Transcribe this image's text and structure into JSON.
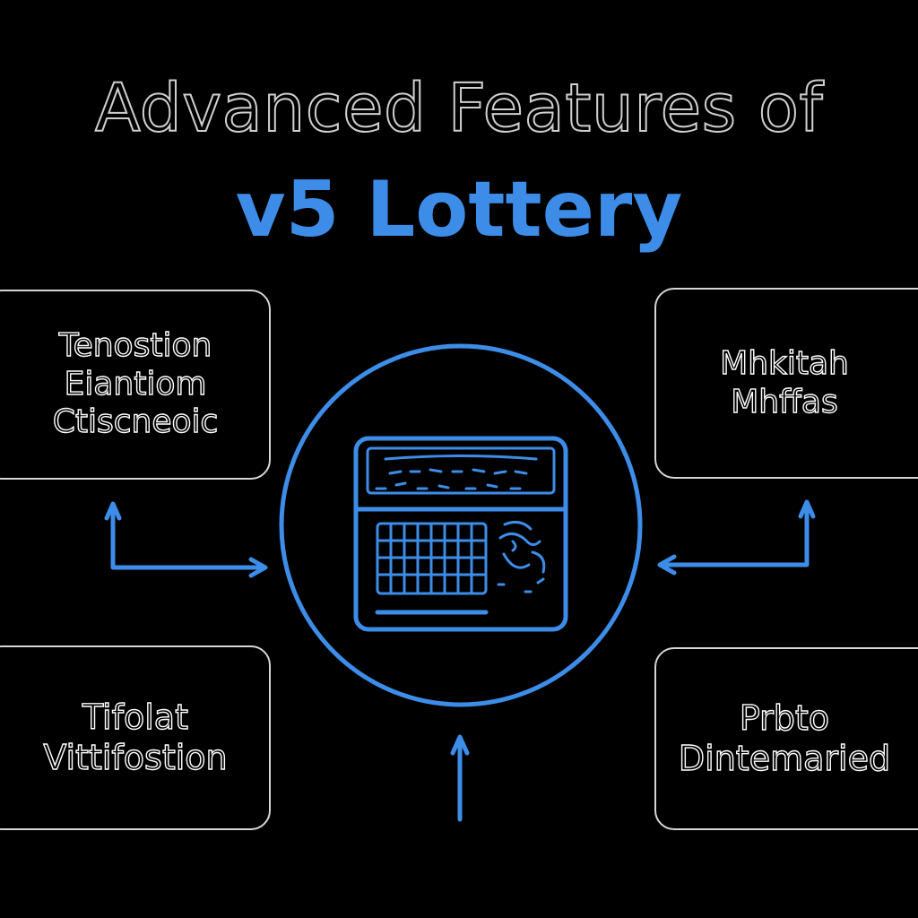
{
  "title": {
    "line1": "Advanced Features of",
    "line2": "v5 Lottery"
  },
  "cards": {
    "top_left": {
      "lines": [
        "Tenostion",
        "Eiantiom",
        "Ctiscneoic"
      ]
    },
    "top_right": {
      "lines": [
        "Mhkitah",
        "Mhffas"
      ]
    },
    "bottom_left": {
      "lines": [
        "Tifolat",
        "Vittifostion"
      ]
    },
    "bottom_right": {
      "lines": [
        "Prbto",
        "Dintemaried"
      ]
    }
  },
  "center": {
    "icon": "lottery-machine-icon"
  },
  "colors": {
    "background": "#000000",
    "accent": "#3d8de8",
    "outline": "#d6d6d6"
  }
}
